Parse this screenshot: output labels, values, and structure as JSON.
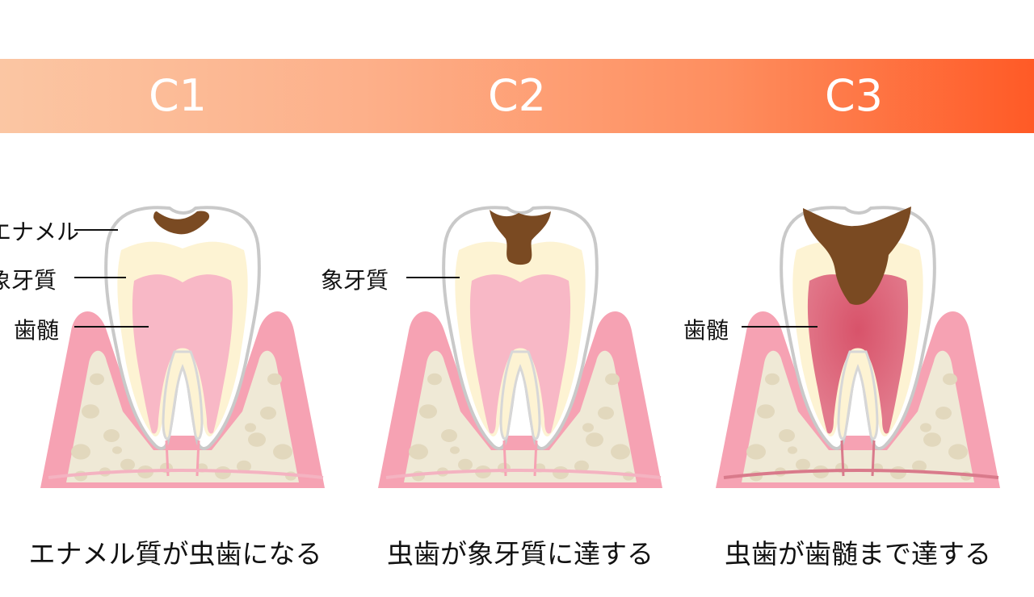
{
  "stages": [
    {
      "label": "C1",
      "caption": "エナメル質が虫歯になる",
      "labels": [
        "エナメル",
        "象牙質",
        "歯髄"
      ]
    },
    {
      "label": "C2",
      "caption": "虫歯が象牙質に達する",
      "labels": [
        "象牙質"
      ]
    },
    {
      "label": "C3",
      "caption": "虫歯が歯髄まで達する",
      "labels": [
        "歯髄"
      ]
    }
  ],
  "colors": {
    "bar_start": "#fbc6a3",
    "bar_end": "#ff5a26",
    "gum": "#f6a2b3",
    "bone": "#efe9d6",
    "enamel": "#ffffff",
    "dentin": "#fdf3d3",
    "pulp": "#f8b8c6",
    "pulp_inflamed": "#e27a8c",
    "decay": "#7a4a22"
  }
}
